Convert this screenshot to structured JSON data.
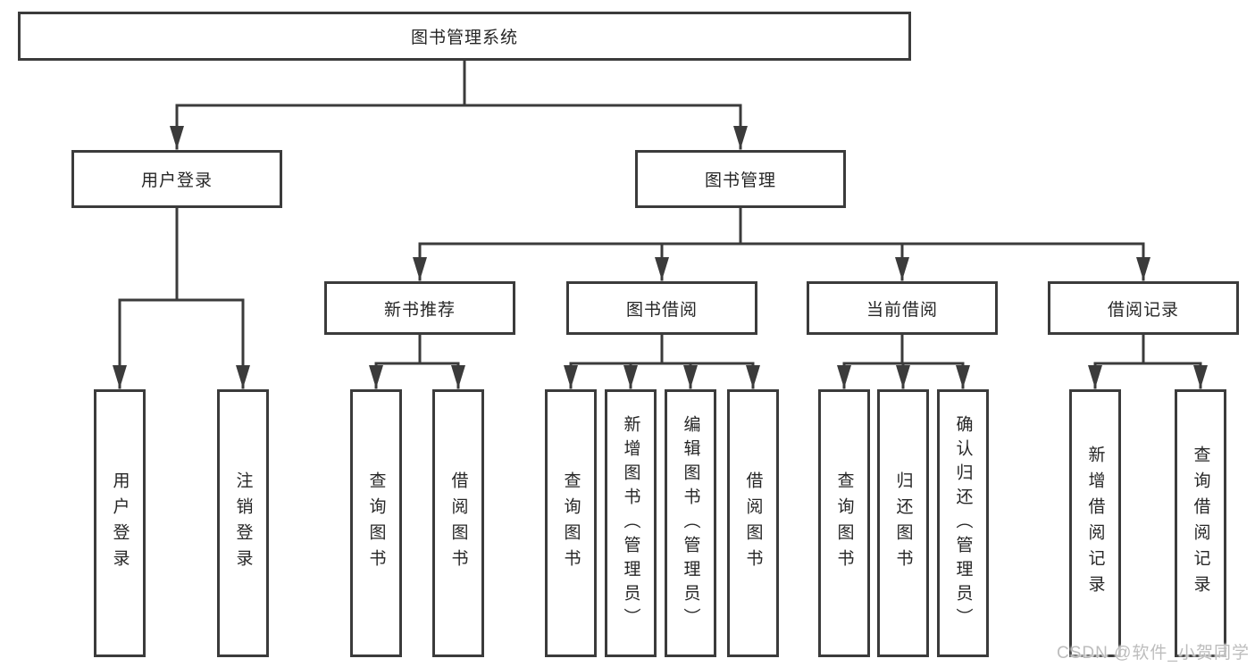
{
  "diagram": {
    "title": "图书管理系统",
    "line_color": "#3b3b3b",
    "box_background": "#ffffff",
    "text_color": "#262626"
  },
  "level2": [
    {
      "label": "用户登录"
    },
    {
      "label": "图书管理"
    }
  ],
  "level3": [
    {
      "label": "新书推荐"
    },
    {
      "label": "图书借阅"
    },
    {
      "label": "当前借阅"
    },
    {
      "label": "借阅记录"
    }
  ],
  "leaves": [
    {
      "parent": "用户登录",
      "label": "用户登录"
    },
    {
      "parent": "用户登录",
      "label": "注销登录"
    },
    {
      "parent": "新书推荐",
      "label": "查询图书"
    },
    {
      "parent": "新书推荐",
      "label": "借阅图书"
    },
    {
      "parent": "图书借阅",
      "label": "查询图书"
    },
    {
      "parent": "图书借阅",
      "label": "新增图书（管理员）"
    },
    {
      "parent": "图书借阅",
      "label": "编辑图书（管理员）"
    },
    {
      "parent": "图书借阅",
      "label": "借阅图书"
    },
    {
      "parent": "当前借阅",
      "label": "查询图书"
    },
    {
      "parent": "当前借阅",
      "label": "归还图书"
    },
    {
      "parent": "当前借阅",
      "label": "确认归还（管理员）"
    },
    {
      "parent": "借阅记录",
      "label": "新增借阅记录"
    },
    {
      "parent": "借阅记录",
      "label": "查询借阅记录"
    }
  ],
  "watermark": {
    "text": "CSDN @软件_小贺同学",
    "color": "#bdbdbd"
  }
}
